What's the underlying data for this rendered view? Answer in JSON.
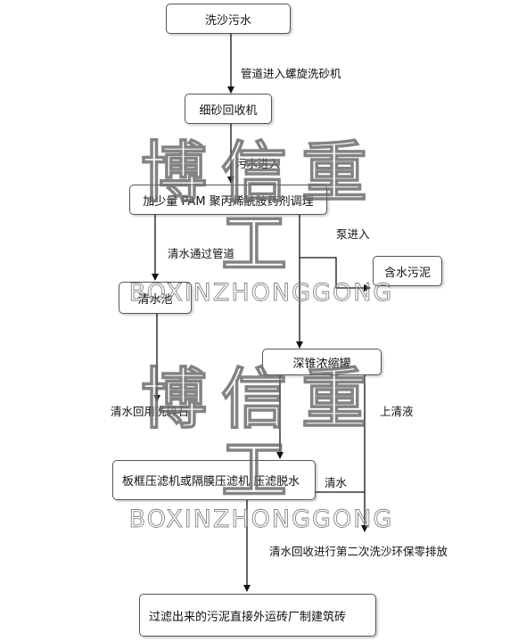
{
  "nodes": {
    "sewage": "洗沙污水",
    "fine_sand": "细砂回收机",
    "pam": "加少量 PAM 聚丙烯酰胺药剂调理",
    "clear_pool": "清水池",
    "sludge": "含水污泥",
    "thickener": "深锥浓缩罐",
    "filter_press": "板框压滤机或隔膜压滤机  压滤脱水",
    "final": "过滤出来的污泥直接外运砖厂制建筑砖"
  },
  "labels": {
    "pipe_to_washer": "管道进入螺旋洗砂机",
    "sewage_enter": "污水进入",
    "clear_via_pipe": "清水通过管道",
    "pump_in": "泵进入",
    "reuse_gravel": "清水回用洗碎石",
    "supernatant": "上清液",
    "clear_water": "清水",
    "second_wash": "清水回收进行第二次洗沙环保零排放"
  },
  "watermark": {
    "chinese": "博信重工",
    "english": "BOXINZHONGGONG"
  }
}
